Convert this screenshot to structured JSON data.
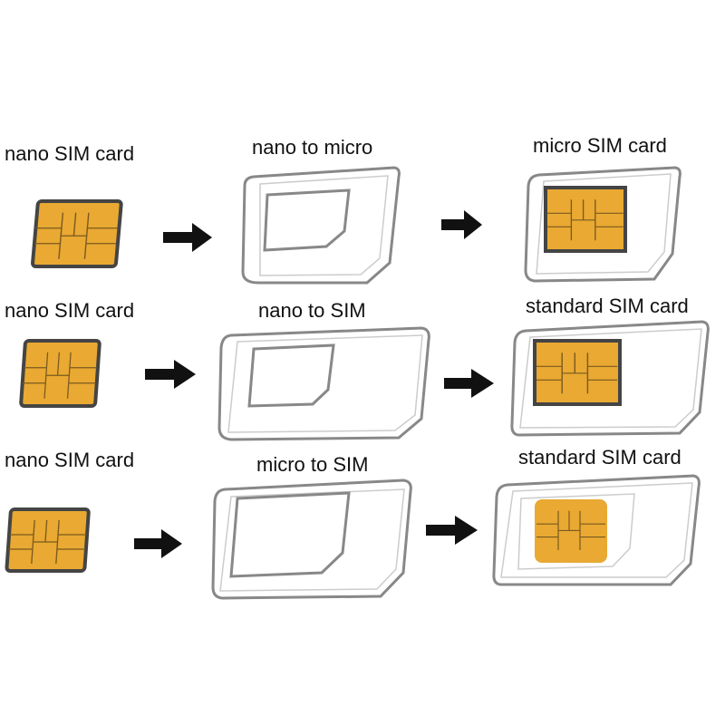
{
  "rows": [
    {
      "source_label": "nano SIM card",
      "adapter_label": "nano to micro",
      "result_label": "micro SIM card"
    },
    {
      "source_label": "nano SIM card",
      "adapter_label": "nano to SIM",
      "result_label": "standard SIM card"
    },
    {
      "source_label": "nano SIM card",
      "adapter_label": "micro to SIM",
      "result_label": "standard SIM card"
    }
  ],
  "colors": {
    "chip": "#e9a932",
    "frame": "#888888",
    "arrow": "#111111"
  }
}
